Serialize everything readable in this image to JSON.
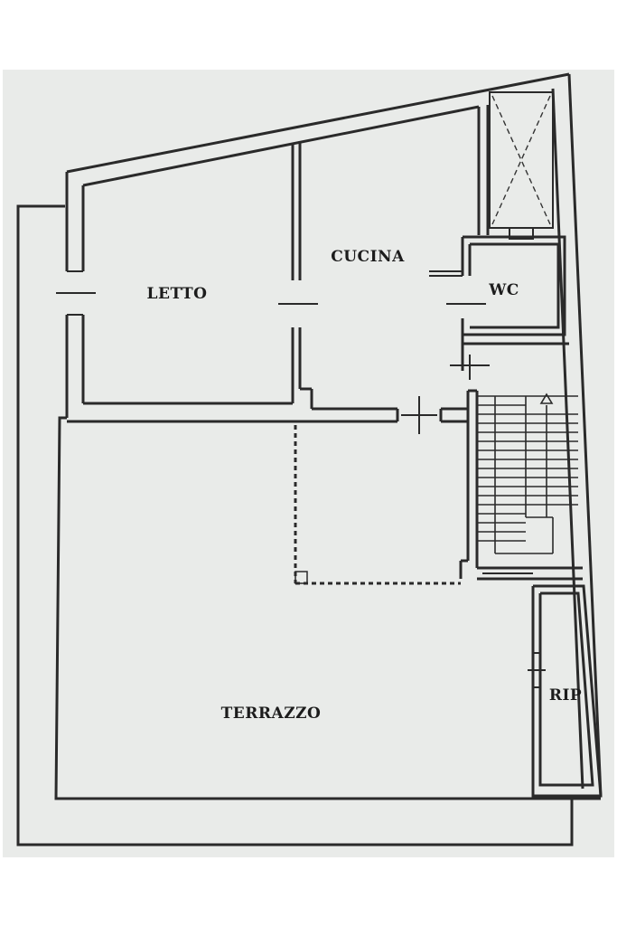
{
  "colors": {
    "paper": "#e9ebe9",
    "ink": "#2a2a2a",
    "background": "#ffffff"
  },
  "rooms": {
    "letto": "LETTO",
    "cucina": "CUCINA",
    "wc": "WC",
    "terrazzo": "TERRAZZO",
    "rip": "RIP"
  }
}
